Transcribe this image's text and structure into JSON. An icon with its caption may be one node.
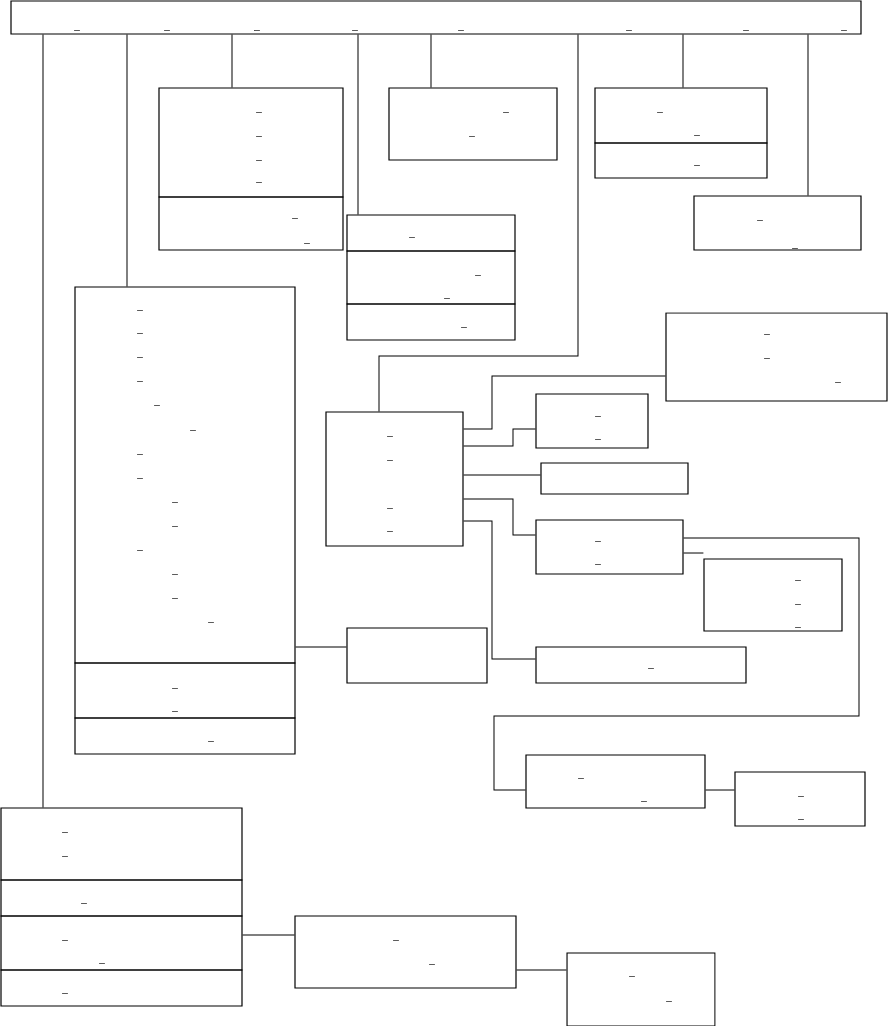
{
  "diagram": {
    "nodes": [
      {
        "text": [
          "_",
          "_",
          "_",
          "_",
          "_",
          "_",
          "_",
          "_"
        ]
      },
      {
        "text": [
          "_",
          "_",
          "_",
          "_"
        ]
      },
      {
        "text": [
          "_",
          "_"
        ]
      },
      {
        "text": [
          "_",
          "_"
        ]
      },
      {
        "text": [
          "_",
          "_"
        ]
      },
      {
        "text": [
          "_"
        ]
      },
      {
        "text": [
          "_",
          "_"
        ]
      },
      {
        "text": [
          "_"
        ]
      },
      {
        "text": [
          "_",
          "_"
        ]
      },
      {
        "text": [
          "_"
        ]
      },
      {
        "text": [
          "_",
          "_",
          "_",
          "_",
          "_",
          "_",
          "_",
          "_",
          "_",
          "_",
          "_",
          "_",
          "_",
          "_"
        ]
      },
      {
        "text": [
          "_",
          "_"
        ]
      },
      {
        "text": [
          "_"
        ]
      },
      {
        "text": [
          "_",
          "_",
          "_"
        ]
      },
      {
        "text": [
          "_",
          "_"
        ]
      },
      {
        "text": [
          "_",
          "_",
          "_",
          "_"
        ]
      },
      {
        "text": [],
        "shape": "box"
      },
      {
        "text": [
          "_",
          "_"
        ]
      },
      {
        "text": [
          "_",
          "_",
          "_"
        ]
      },
      {
        "text": [],
        "shape": "box"
      },
      {
        "text": [
          "_"
        ]
      },
      {
        "text": [
          "_",
          "_"
        ]
      },
      {
        "text": [
          "_",
          "_"
        ]
      },
      {
        "text": [
          "_",
          "_"
        ]
      },
      {
        "text": [
          "_"
        ]
      },
      {
        "text": [
          "_",
          "_"
        ]
      },
      {
        "text": [
          "_"
        ]
      },
      {
        "text": [
          "_",
          "_"
        ]
      },
      {
        "text": [
          "_",
          "_"
        ]
      }
    ],
    "edges": [
      {
        "from": 0,
        "to": 23,
        "arrow": "none"
      },
      {
        "from": 0,
        "to": 10,
        "arrow": "none"
      },
      {
        "from": 0,
        "to": 1,
        "arrow": "none"
      },
      {
        "from": 0,
        "to": 7,
        "arrow": "none"
      },
      {
        "from": 0,
        "to": 3,
        "arrow": "none"
      },
      {
        "from": 0,
        "to": 15,
        "arrow": "none"
      },
      {
        "from": 0,
        "to": 4,
        "arrow": "none"
      },
      {
        "from": 0,
        "to": 6,
        "arrow": "none"
      },
      {
        "from": 10,
        "to": 19,
        "arrow": "none"
      },
      {
        "from": 15,
        "to": 13,
        "arrow": "none"
      },
      {
        "from": 15,
        "to": 14,
        "arrow": "none"
      },
      {
        "from": 15,
        "to": 16,
        "arrow": "none"
      },
      {
        "from": 15,
        "to": 17,
        "arrow": "none"
      },
      {
        "from": 17,
        "to": 18,
        "arrow": "none"
      },
      {
        "from": 15,
        "to": 20,
        "arrow": "none"
      },
      {
        "from": 17,
        "to": 21,
        "arrow": "none"
      },
      {
        "from": 21,
        "to": 22,
        "arrow": "none"
      },
      {
        "from": 25,
        "to": 27,
        "arrow": "none"
      },
      {
        "from": 27,
        "to": 28,
        "arrow": "none"
      }
    ]
  }
}
